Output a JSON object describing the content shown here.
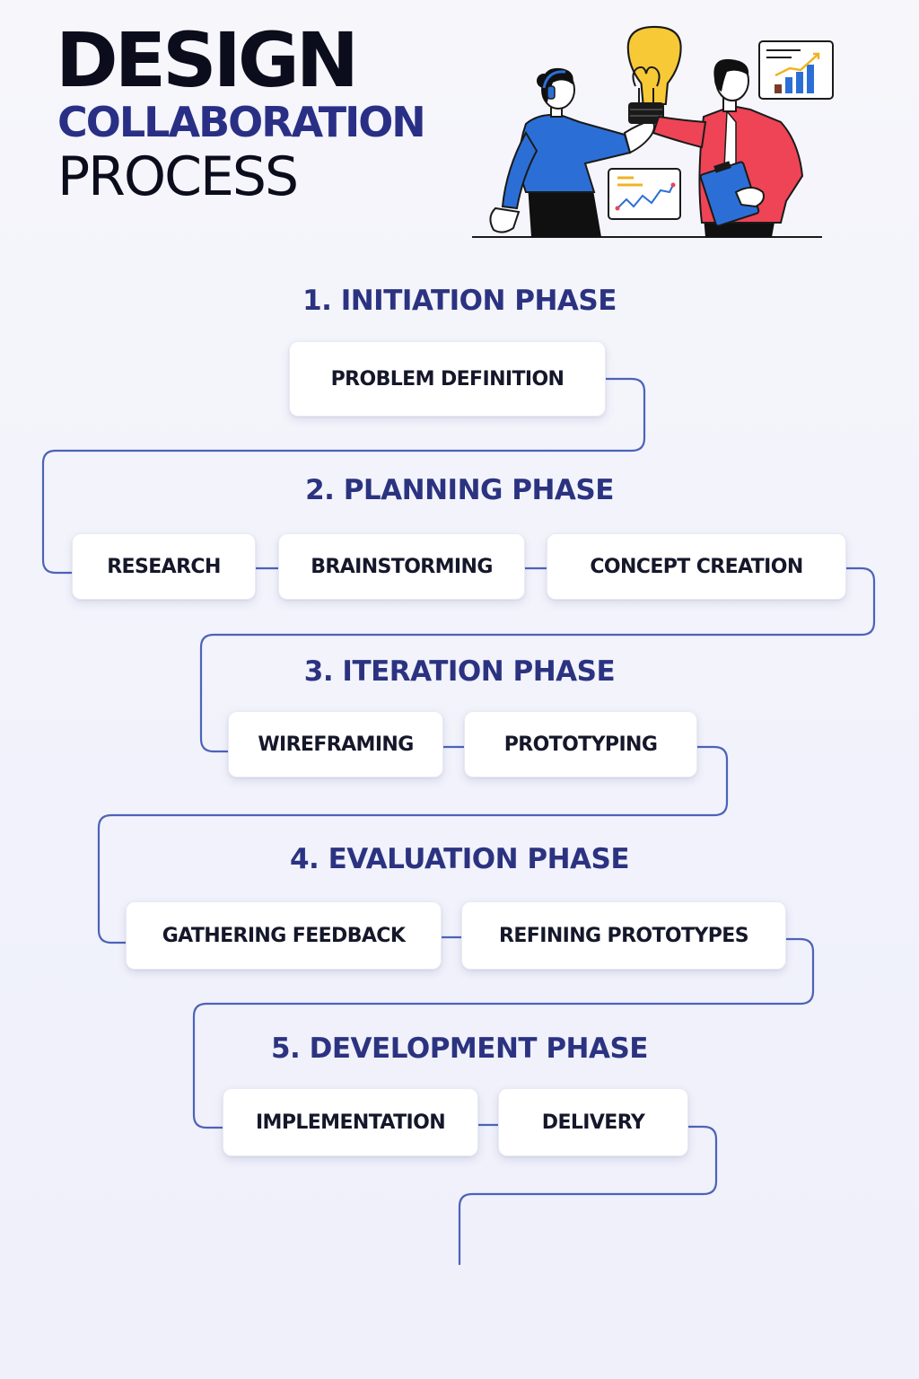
{
  "header": {
    "title_line1": "DESIGN",
    "title_line2": "COLLABORATION",
    "title_line3": "PROCESS"
  },
  "illustration": {
    "description_icon": "two-people-lightbulb-collaboration-icon"
  },
  "colors": {
    "title_dark": "#0b0d1c",
    "title_accent": "#2a2f86",
    "phase_title": "#2b3381",
    "connector": "#4c63b8",
    "bulb": "#f7c936",
    "woman_shirt": "#2b6fd6",
    "man_jacket": "#ee4455"
  },
  "phases": [
    {
      "title": "1. INITIATION PHASE",
      "steps": [
        "PROBLEM DEFINITION"
      ]
    },
    {
      "title": "2. PLANNING PHASE",
      "steps": [
        "RESEARCH",
        "BRAINSTORMING",
        "CONCEPT CREATION"
      ]
    },
    {
      "title": "3. ITERATION PHASE",
      "steps": [
        "WIREFRAMING",
        "PROTOTYPING"
      ]
    },
    {
      "title": "4. EVALUATION PHASE",
      "steps": [
        "GATHERING FEEDBACK",
        "REFINING PROTOTYPES"
      ]
    },
    {
      "title": "5. DEVELOPMENT PHASE",
      "steps": [
        "IMPLEMENTATION",
        "DELIVERY"
      ]
    }
  ]
}
